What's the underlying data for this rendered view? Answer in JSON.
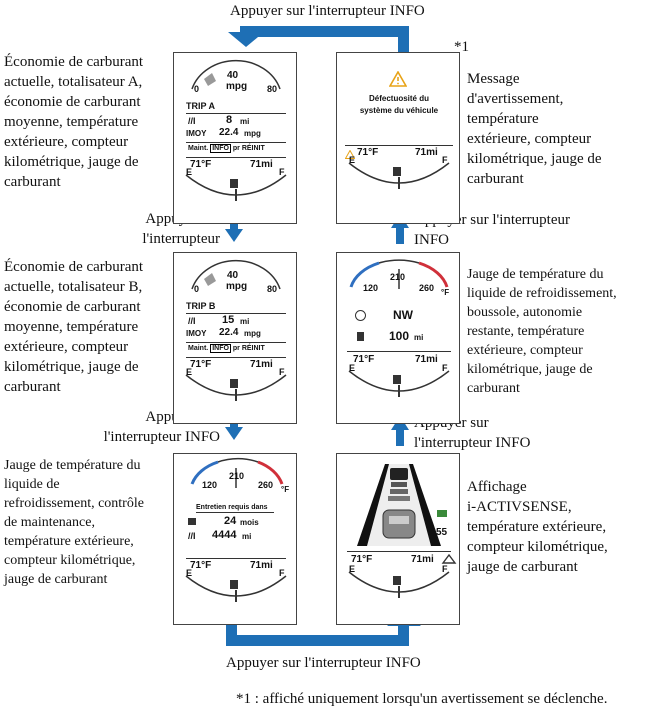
{
  "top_label": "Appuyer sur l'interrupteur INFO",
  "bottom_label": "Appuyer sur l'interrupteur INFO",
  "footnote_marker": "*1",
  "footnote": "*1 : affiché uniquement lorsqu'un avertissement se déclenche.",
  "descriptions": {
    "d1": "Économie de carburant\nactuelle, totalisateur A,\néconomie de carburant\nmoyenne, température\nextérieure, compteur\nkilométrique, jauge de\ncarburant",
    "d2": "Économie de carburant\nactuelle, totalisateur B,\néconomie de carburant\nmoyenne, température\nextérieure, compteur\nkilométrique, jauge de\ncarburant",
    "d3": "Jauge de température du\nliquide de\nrefroidissement, contrôle\nde maintenance,\ntempérature extérieure,\ncompteur kilométrique,\njauge de carburant",
    "d4": "Message\nd'avertissement,\ntempérature\nextérieure, compteur\nkilométrique, jauge de\ncarburant",
    "d5": "Jauge de température du\nliquide de refroidissement,\nboussole, autonomie\nrestante, température\nextérieure, compteur\nkilométrique, jauge de\ncarburant",
    "d6": "Affichage\ni-ACTIVSENSE,\ntempérature extérieure,\ncompteur kilométrique,\njauge de carburant"
  },
  "arrow_labels": {
    "left1": "Appuyer sur\nl'interrupteur INFO",
    "left2": "Appuyer sur\nl'interrupteur INFO",
    "right1": "Appuyer sur l'interrupteur\nINFO",
    "right2": "Appuyer sur\nl'interrupteur INFO"
  },
  "panels": {
    "p1": {
      "g0": "0",
      "g40": "40",
      "unit": "mpg",
      "g80": "80",
      "trip": "TRIP A",
      "trip_val": "8",
      "trip_unit": "mi",
      "moy": "MOY",
      "moy_val": "22.4",
      "moy_unit": "mpg",
      "maint": "Maint.",
      "info": "INFO",
      "reinit": "pr RÉINIT",
      "temp": "71°F",
      "odo": "71mi",
      "e": "E",
      "f": "F"
    },
    "p2": {
      "g0": "0",
      "g40": "40",
      "unit": "mpg",
      "g80": "80",
      "trip": "TRIP B",
      "trip_val": "15",
      "trip_unit": "mi",
      "moy": "MOY",
      "moy_val": "22.4",
      "moy_unit": "mpg",
      "maint": "Maint.",
      "info": "INFO",
      "reinit": "pr RÉINIT",
      "temp": "71°F",
      "odo": "71mi",
      "e": "E",
      "f": "F"
    },
    "p3": {
      "t120": "120",
      "t210": "210",
      "t260": "260",
      "tunit": "°F",
      "title": "Entretien requis dans",
      "months": "24",
      "months_unit": "mois",
      "miles": "4444",
      "miles_unit": "mi",
      "temp": "71°F",
      "odo": "71mi",
      "e": "E",
      "f": "F"
    },
    "p4": {
      "msg": "Défectuosité du\nsystème du véhicule",
      "temp": "71°F",
      "odo": "71mi",
      "e": "E",
      "f": "F"
    },
    "p5": {
      "t120": "120",
      "t210": "210",
      "t260": "260",
      "tunit": "°F",
      "compass": "NW",
      "range": "100",
      "range_unit": "mi",
      "temp": "71°F",
      "odo": "71mi",
      "e": "E",
      "f": "F"
    },
    "p6": {
      "speed": "55",
      "temp": "71°F",
      "odo": "71mi",
      "e": "E",
      "f": "F"
    }
  },
  "colors": {
    "arrow": "#1e6fb5",
    "warning": "#e8a317",
    "hot": "#d0303a",
    "cold": "#2f6fc0"
  }
}
